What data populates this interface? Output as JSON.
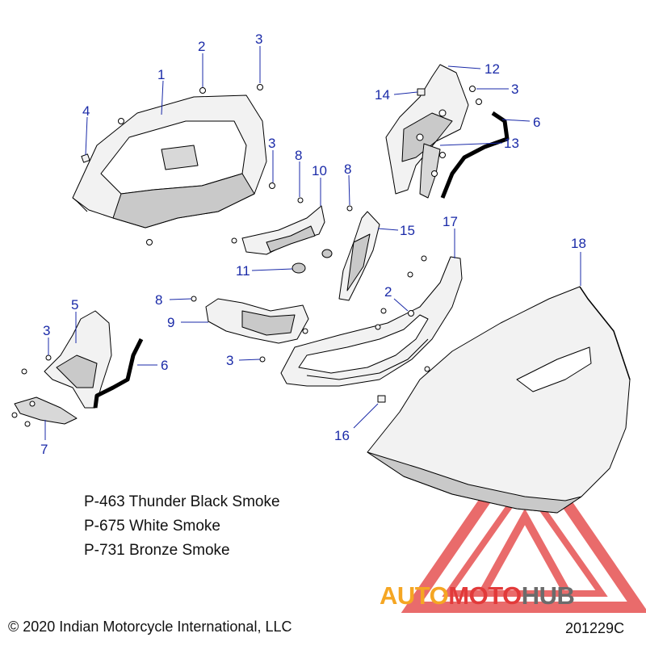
{
  "diagram": {
    "colors": {
      "callout": "#1a2aa8",
      "line": "#000000",
      "part_fill": "#f2f2f2",
      "shade": "#c9c9c9",
      "watermark_red": "#e23a3a",
      "watermark_orange": "#f5a623",
      "watermark_gray": "#6b6b6b"
    },
    "callouts": [
      {
        "id": "c1",
        "label": "1"
      },
      {
        "id": "c2a",
        "label": "2"
      },
      {
        "id": "c2b",
        "label": "2"
      },
      {
        "id": "c3a",
        "label": "3"
      },
      {
        "id": "c3b",
        "label": "3"
      },
      {
        "id": "c3c",
        "label": "3"
      },
      {
        "id": "c3d",
        "label": "3"
      },
      {
        "id": "c3e",
        "label": "3"
      },
      {
        "id": "c4",
        "label": "4"
      },
      {
        "id": "c5",
        "label": "5"
      },
      {
        "id": "c6a",
        "label": "6"
      },
      {
        "id": "c6b",
        "label": "6"
      },
      {
        "id": "c7",
        "label": "7"
      },
      {
        "id": "c8a",
        "label": "8"
      },
      {
        "id": "c8b",
        "label": "8"
      },
      {
        "id": "c8c",
        "label": "8"
      },
      {
        "id": "c9",
        "label": "9"
      },
      {
        "id": "c10",
        "label": "10"
      },
      {
        "id": "c11",
        "label": "11"
      },
      {
        "id": "c12",
        "label": "12"
      },
      {
        "id": "c13",
        "label": "13"
      },
      {
        "id": "c14",
        "label": "14"
      },
      {
        "id": "c15",
        "label": "15"
      },
      {
        "id": "c16",
        "label": "16"
      },
      {
        "id": "c17",
        "label": "17"
      },
      {
        "id": "c18",
        "label": "18"
      }
    ],
    "legend": [
      "P-463 Thunder Black Smoke",
      "P-675 White Smoke",
      "P-731 Bronze Smoke"
    ],
    "copyright": "© 2020 Indian Motorcycle International, LLC",
    "drawing_id": "201229C",
    "watermark": {
      "part1": "AUTO",
      "part2": "MOTO",
      "part3": "HUB"
    }
  }
}
